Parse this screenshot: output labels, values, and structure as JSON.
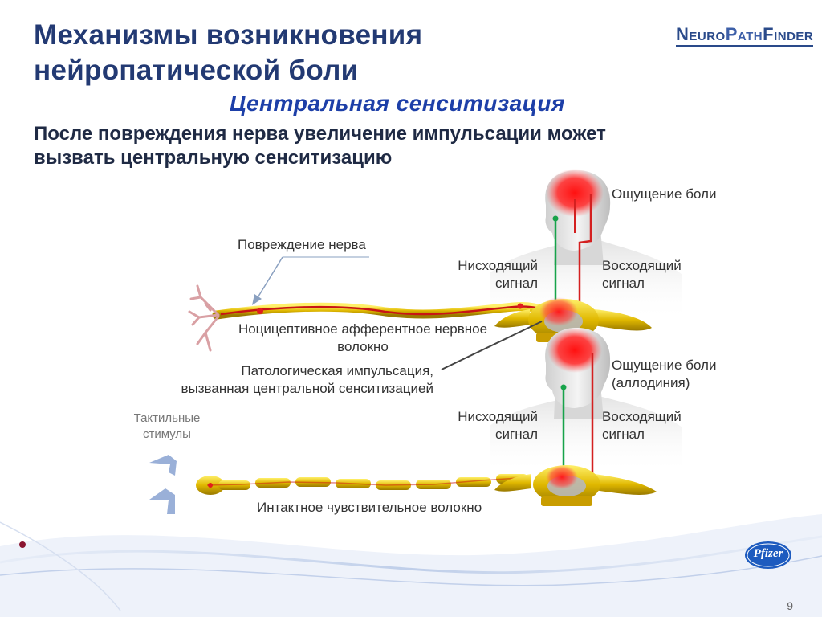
{
  "title_line1": "Механизмы возникновения",
  "title_line2": "нейропатической боли",
  "subtitle": "Центральная сенситизация",
  "lead_line1": "После повреждения нерва увеличение импульсации может",
  "lead_line2": "вызвать центральную сенситизацию",
  "logo": {
    "part1": "Neuro",
    "part2": "Path",
    "part3": "Finder"
  },
  "pfizer_logo": "Pfizer",
  "top_panel": {
    "pain_sensation": "Ощущение боли",
    "descending_1": "Нисходящий",
    "descending_2": "сигнал",
    "ascending_1": "Восходящий",
    "ascending_2": "сигнал",
    "nerve_damage": "Повреждение нерва",
    "fiber_1": "Ноцицептивное афферентное нервное",
    "fiber_2": "волокно",
    "pathological_1": "Патологическая импульсация,",
    "pathological_2": "вызванная центральной сенситизацией"
  },
  "bottom_panel": {
    "pain_sensation_1": "Ощущение боли",
    "pain_sensation_2": "(аллодиния)",
    "descending_1": "Нисходящий",
    "descending_2": "сигнал",
    "ascending_1": "Восходящий",
    "ascending_2": "сигнал",
    "tactile_1": "Тактильные",
    "tactile_2": "стимулы",
    "intact_fiber": "Интактное чувствительное волокно"
  },
  "page_number": "9",
  "colors": {
    "title": "#233a73",
    "subtitle": "#1d3fa8",
    "nerve": "#d9b300",
    "signal_red": "#d42020",
    "signal_green": "#17a34a"
  }
}
